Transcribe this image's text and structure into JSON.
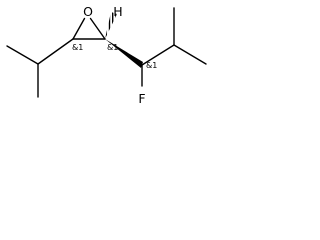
{
  "molecule": {
    "atoms": {
      "oxygen": "O",
      "hydrogen": "H",
      "fluorine": "F"
    },
    "stereo_labels": {
      "left_epoxide_carbon": "&1",
      "right_epoxide_carbon": "&1",
      "side_chain_carbon": "&1"
    }
  },
  "colors": {
    "bond": "#000000",
    "text": "#000000",
    "background": "#ffffff"
  }
}
